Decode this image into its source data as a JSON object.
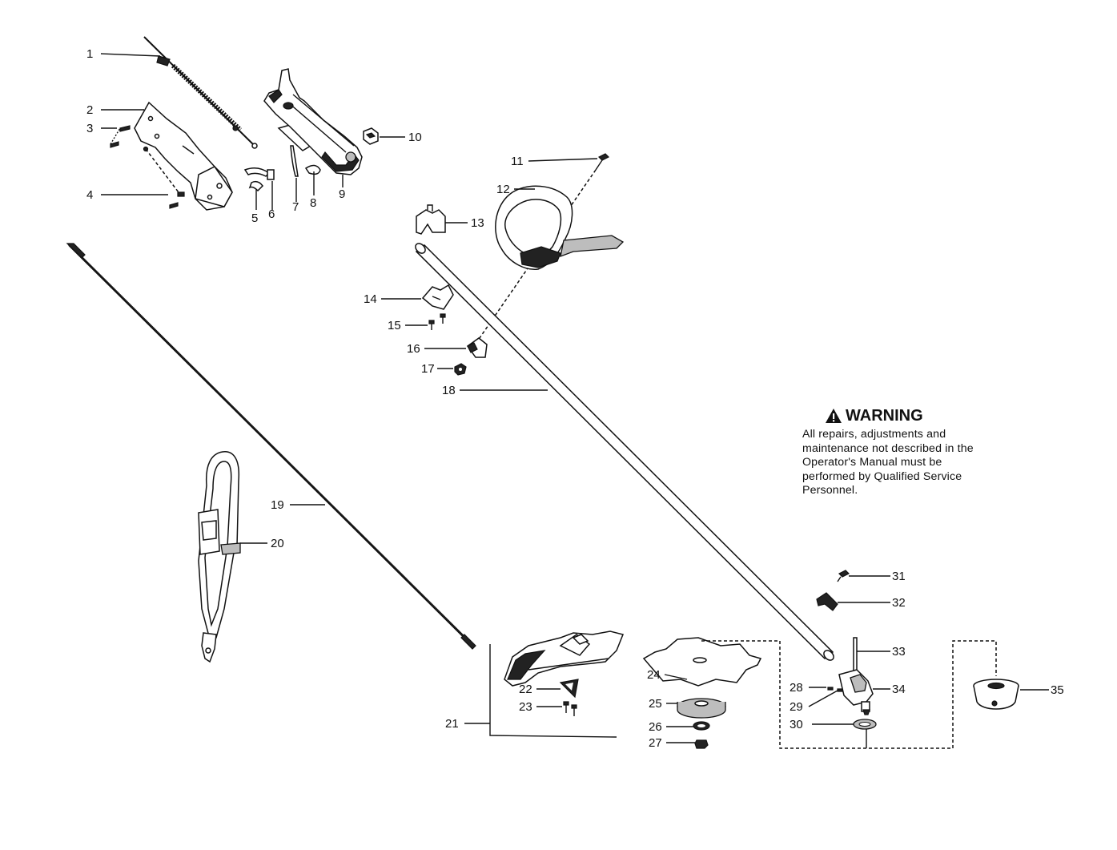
{
  "callouts": [
    "1",
    "2",
    "3",
    "4",
    "5",
    "6",
    "7",
    "8",
    "9",
    "10",
    "11",
    "12",
    "13",
    "14",
    "15",
    "16",
    "17",
    "18",
    "19",
    "20",
    "21",
    "22",
    "23",
    "24",
    "25",
    "26",
    "27",
    "28",
    "29",
    "30",
    "31",
    "32",
    "33",
    "34",
    "35"
  ],
  "warning": {
    "icon": "warning-triangle-icon",
    "title": "WARNING",
    "body": "All repairs, adjustments and maintenance not described in the Operator's Manual must be performed by Qualified Service Personnel."
  }
}
